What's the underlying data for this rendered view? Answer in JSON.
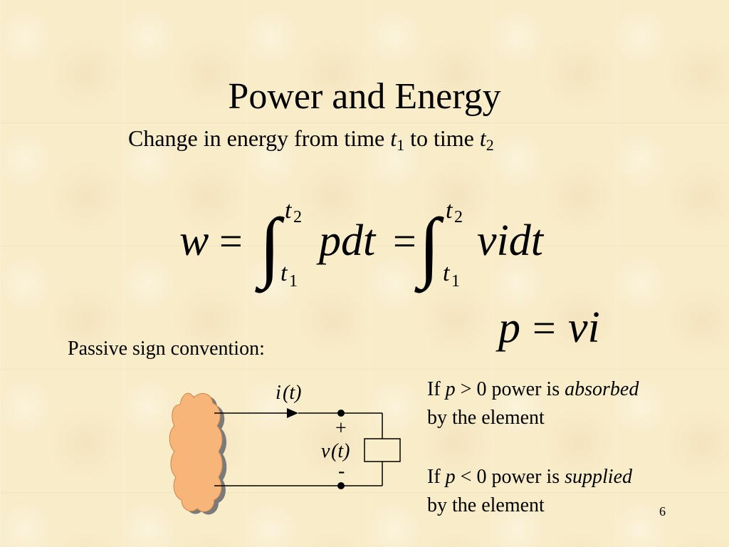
{
  "slide": {
    "title": "Power and Energy",
    "subtitle": {
      "prefix": "Change in energy from time ",
      "t1_var": "t",
      "t1_sub": "1",
      "middle": " to time ",
      "t2_var": "t",
      "t2_sub": "2"
    },
    "equation_main": {
      "lhs": "w",
      "eq1": "=",
      "int1_upper_var": "t",
      "int1_upper_sub": "2",
      "int1_lower_var": "t",
      "int1_lower_sub": "1",
      "integrand1": "pdt",
      "eq2": "=",
      "int2_upper_var": "t",
      "int2_upper_sub": "2",
      "int2_lower_var": "t",
      "int2_lower_sub": "1",
      "integrand2": "vidt"
    },
    "equation_power": {
      "lhs": "p",
      "eq": "=",
      "rhs": "vi"
    },
    "convention_label": "Passive sign convention:",
    "circuit": {
      "current_label_var": "i",
      "current_label_arg": "(t)",
      "voltage_label_var": "v",
      "voltage_label_arg": "(t)",
      "plus": "+",
      "minus": "-"
    },
    "note1": {
      "prefix": "If ",
      "var": "p",
      "condition": " > 0 power is ",
      "emphasis": "absorbed",
      "line2": "by the element"
    },
    "note2": {
      "prefix": "If ",
      "var": "p",
      "condition": " < 0 power is ",
      "emphasis": "supplied",
      "line2": "by the element"
    },
    "page_number": "6"
  },
  "colors": {
    "background": "#f8ecc9",
    "blob_fill": "#f8b57a",
    "blob_shadow": "#7a7a7a"
  }
}
